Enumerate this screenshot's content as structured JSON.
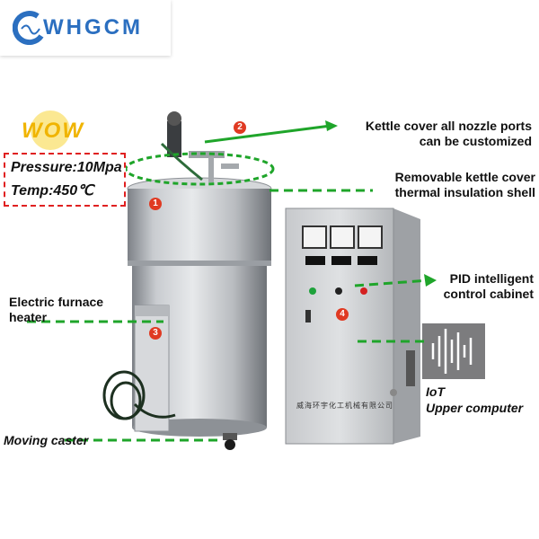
{
  "brand": {
    "name": "WHGCM"
  },
  "specs": {
    "pressure": "Pressure:10Mpa",
    "temperature": "Temp:450℃",
    "badge": "WOW"
  },
  "callouts": {
    "nozzle_line1": "Kettle cover all nozzle ports",
    "nozzle_line2": "can be customized",
    "cover_line1": "Removable kettle cover",
    "cover_line2": "thermal insulation shell",
    "heater_line1": "Electric furnace",
    "heater_line2": "heater",
    "cabinet_line1": "PID intelligent",
    "cabinet_line2": "control cabinet",
    "iot_line1": "IoT",
    "iot_line2": "Upper computer",
    "caster": "Moving caster"
  },
  "markers": [
    "1",
    "2",
    "3",
    "4"
  ],
  "cabinet": {
    "plate": "威海环宇化工机械有限公司"
  },
  "colors": {
    "brand": "#2b6fc0",
    "callout_line": "#1fa52a",
    "spec_border": "#e02020",
    "marker": "#e03a22"
  }
}
